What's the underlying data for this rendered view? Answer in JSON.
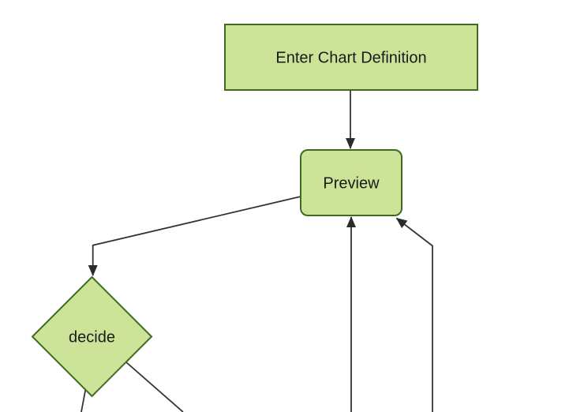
{
  "diagram": {
    "type": "flowchart",
    "direction": "top-down",
    "theme": {
      "background": "#ffffff",
      "node_fill": "#cde498",
      "node_border": "#3e6b1f",
      "edge_color": "#333333",
      "arrowhead_color": "#2b2b2b",
      "text_color": "#1a1a1a"
    },
    "nodes": [
      {
        "id": "enter-chart-definition",
        "label": "Enter Chart Definition",
        "shape": "rectangle"
      },
      {
        "id": "preview",
        "label": "Preview",
        "shape": "rounded-rectangle"
      },
      {
        "id": "decide",
        "label": "decide",
        "shape": "diamond"
      }
    ],
    "edges": [
      {
        "from": "enter-chart-definition",
        "to": "preview",
        "arrowhead": true
      },
      {
        "from": "preview",
        "to": "decide",
        "arrowhead": true
      },
      {
        "from": "decide",
        "to": "offscreen-bottom-left",
        "arrowhead": false
      },
      {
        "from": "decide",
        "to": "offscreen-bottom-right",
        "arrowhead": false
      },
      {
        "from": "offscreen-bottom-center",
        "to": "preview",
        "arrowhead": true
      },
      {
        "from": "offscreen-bottom-right",
        "to": "preview",
        "arrowhead": true
      }
    ]
  }
}
